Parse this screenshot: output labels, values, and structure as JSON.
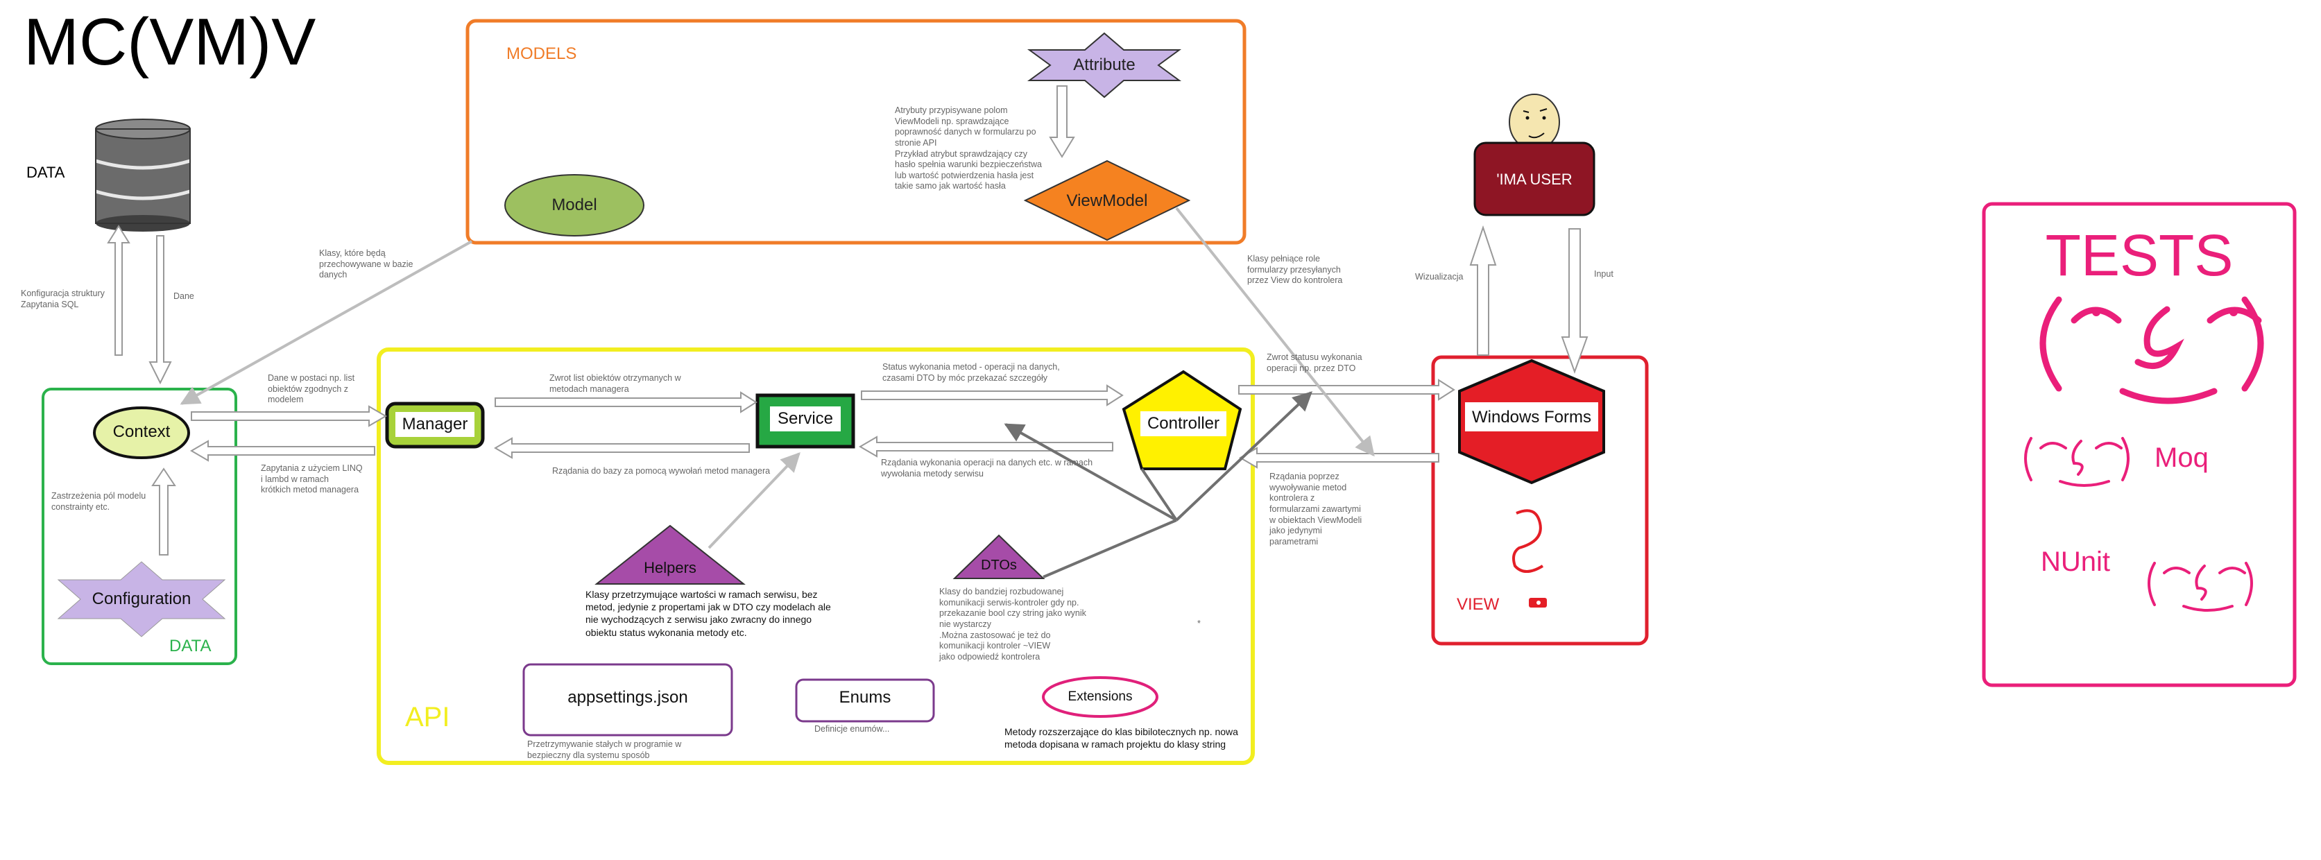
{
  "title": "MC(VM)V",
  "colors": {
    "models_border": "#F07C28",
    "api_border": "#F2EE20",
    "data_border": "#2BB24C",
    "view_border": "#E0202E",
    "tests_border": "#EA1F7A",
    "arrow": "#BDBDBD",
    "dark_arrow": "#707070"
  },
  "containers": {
    "models_label": "MODELS",
    "api_label": "API",
    "data_label": "DATA",
    "view_label": "VIEW"
  },
  "data_top_label": "DATA",
  "nodes": {
    "attribute": "Attribute",
    "viewmodel": "ViewModel",
    "model": "Model",
    "context": "Context",
    "configuration": "Configuration",
    "manager": "Manager",
    "service": "Service",
    "controller": "Controller",
    "helpers": "Helpers",
    "dtos": "DTOs",
    "appsettings": "appsettings.json",
    "enums": "Enums",
    "extensions": "Extensions",
    "user": "'IMA USER",
    "windows_forms": "Windows Forms"
  },
  "notes": {
    "attribute": "Atrybuty przypisywane polom\nViewModeli np. sprawdzające\npoprawność danych w formularzu po\nstronie API\nPrzykład atrybut sprawdzający czy\nhasło spełnia warunki bezpieczeństwa\nlub wartość potwierdzenia hasła jest\ntakie samo jak wartość hasła",
    "model": "Klasy, które będą\nprzechowywane w bazie\ndanych",
    "viewmodel": "Klasy pełniące role\nformularzy przesyłanych\nprzez View do kontrolera",
    "config_sql": "Konfiguracja struktury\nZapytania SQL",
    "dane": "Dane",
    "context_restr": "Zastrzeżenia pól modelu\nconstrainty etc.",
    "dane_postaci": "Dane w postaci np. list\nobiektów zgodnych z\nmodelem",
    "zapytania": "Zapytania z użyciem LINQ\ni lambd w ramach\nkrótkich metod managera",
    "zwrot_list": "Zwrot list obiektów otrzymanych w\nmetodach managera",
    "zadania_bazy": "Rządania do bazy za pomocą wywołań metod managera",
    "status": "Status wykonania metod - operacji na danych,\nczasami DTO by móc przekazać szczegóły",
    "zadania_operacji": "Rządania wykonania operacji na danych etc. w ramach\nwywołania metody serwisu",
    "zwrot_statusu": "Zwrot statusu wykonania\noperacji np. przez DTO",
    "zadania_view": "Rządania poprzez\nwywoływanie metod\nkontrolera z\nformularzami zawartymi\nw obiektach ViewModeli\njako jedynymi\nparametrami",
    "wizualizacja": "Wizualizacja",
    "input": "Input",
    "dtos": "Klasy do bandziej rozbudowanej\nkomunikacji serwis-kontroler gdy np.\nprzekazanie bool czy string jako wynik\nnie wystarczy\n.Można zastosować je też do\nkomunikacji kontroler ~VIEW\njako odpowiedź kontrolera",
    "appsettings": "Przetrzymywanie stałych w programie w\nbezpieczny dla systemu sposób",
    "enums": "Definicje enumów...",
    "dot": "*"
  },
  "black_notes": {
    "helpers": "Klasy przetrzymujące wartości w ramach serwisu, bez\nmetod, jedynie z propertami jak w DTO czy modelach ale\nnie wychodzących z serwisu jako zwracny do innego\nobiektu status wykonania metody etc.",
    "extensions": "Metody rozszerzające do klas bibilotecznych np. nowa\nmetoda dopisana w ramach projektu do klasy string"
  },
  "tests": {
    "title": "TESTS",
    "moq": "Moq",
    "nunit": "NUnit"
  }
}
